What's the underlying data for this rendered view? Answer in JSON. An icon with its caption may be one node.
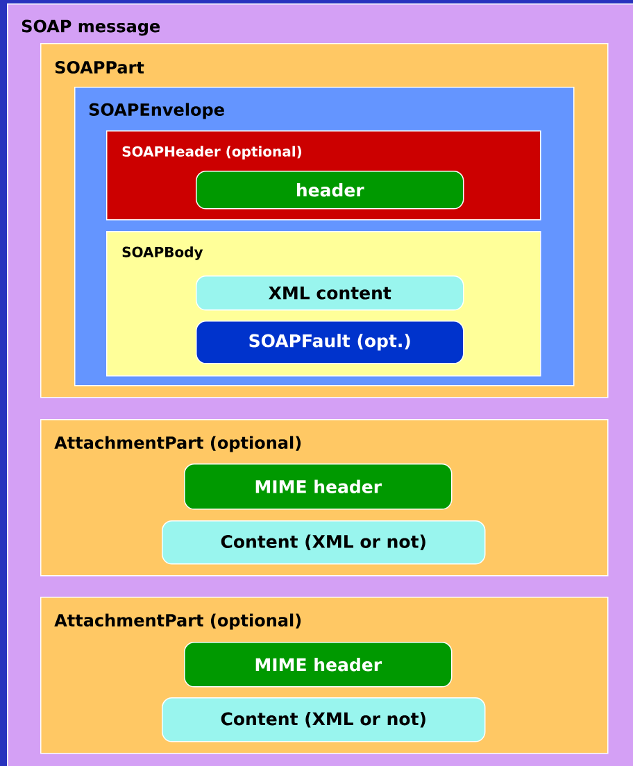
{
  "diagram": {
    "nodes": [
      {
        "text": [
          "SOAP message"
        ]
      },
      {
        "text": [
          "SOAPPart"
        ],
        "in": 0
      },
      {
        "text": [
          "SOAPEnvelope"
        ],
        "in": 1
      },
      {
        "text": [
          "SOAPHeader (optional)"
        ],
        "in": 2
      },
      {
        "text": [
          "header"
        ],
        "in": 3
      },
      {
        "text": [
          "SOAPBody"
        ],
        "in": 2
      },
      {
        "text": [
          "XML content"
        ],
        "in": 5
      },
      {
        "text": [
          "SOAPFault (opt.)"
        ],
        "in": 5
      },
      {
        "text": [
          "AttachmentPart (optional)"
        ],
        "in": 0
      },
      {
        "text": [
          "MIME header"
        ],
        "in": 8
      },
      {
        "text": [
          "Content (XML or not)"
        ],
        "in": 8
      },
      {
        "text": [
          "AttachmentPart (optional)"
        ],
        "in": 0
      },
      {
        "text": [
          "MIME header"
        ],
        "in": 11
      },
      {
        "text": [
          "Content (XML or not)"
        ],
        "in": 11
      }
    ]
  }
}
